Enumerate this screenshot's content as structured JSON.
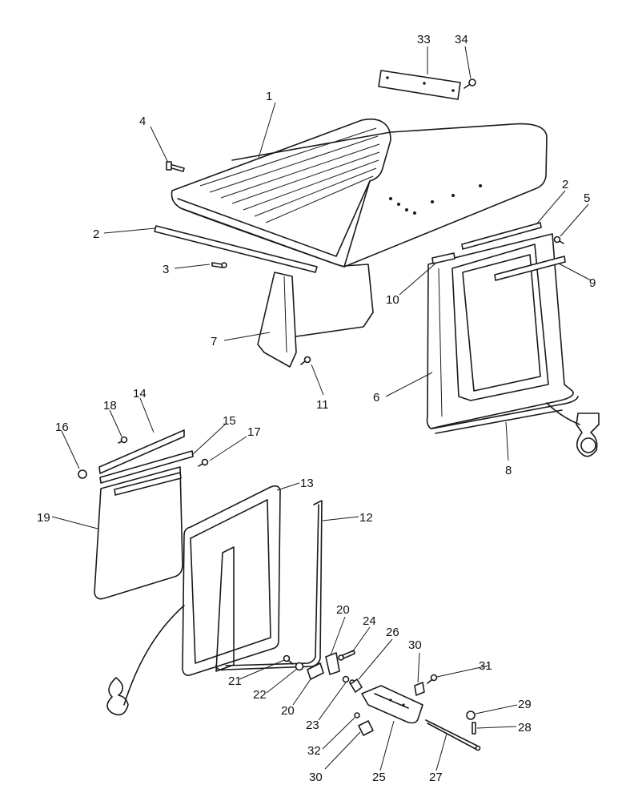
{
  "callouts": [
    {
      "id": "c1",
      "text": "1"
    },
    {
      "id": "c2a",
      "text": "2"
    },
    {
      "id": "c2b",
      "text": "2"
    },
    {
      "id": "c3",
      "text": "3"
    },
    {
      "id": "c4",
      "text": "4"
    },
    {
      "id": "c5",
      "text": "5"
    },
    {
      "id": "c6",
      "text": "6"
    },
    {
      "id": "c7",
      "text": "7"
    },
    {
      "id": "c8",
      "text": "8"
    },
    {
      "id": "c9",
      "text": "9"
    },
    {
      "id": "c10",
      "text": "10"
    },
    {
      "id": "c11",
      "text": "11"
    },
    {
      "id": "c12",
      "text": "12"
    },
    {
      "id": "c13",
      "text": "13"
    },
    {
      "id": "c14",
      "text": "14"
    },
    {
      "id": "c15",
      "text": "15"
    },
    {
      "id": "c16",
      "text": "16"
    },
    {
      "id": "c17",
      "text": "17"
    },
    {
      "id": "c18",
      "text": "18"
    },
    {
      "id": "c19",
      "text": "19"
    },
    {
      "id": "c20a",
      "text": "20"
    },
    {
      "id": "c20b",
      "text": "20"
    },
    {
      "id": "c21",
      "text": "21"
    },
    {
      "id": "c22",
      "text": "22"
    },
    {
      "id": "c23",
      "text": "23"
    },
    {
      "id": "c24",
      "text": "24"
    },
    {
      "id": "c25",
      "text": "25"
    },
    {
      "id": "c26",
      "text": "26"
    },
    {
      "id": "c27",
      "text": "27"
    },
    {
      "id": "c28",
      "text": "28"
    },
    {
      "id": "c29",
      "text": "29"
    },
    {
      "id": "c30a",
      "text": "30"
    },
    {
      "id": "c30b",
      "text": "30"
    },
    {
      "id": "c31",
      "text": "31"
    },
    {
      "id": "c32",
      "text": "32"
    },
    {
      "id": "c33",
      "text": "33"
    },
    {
      "id": "c34",
      "text": "34"
    }
  ]
}
